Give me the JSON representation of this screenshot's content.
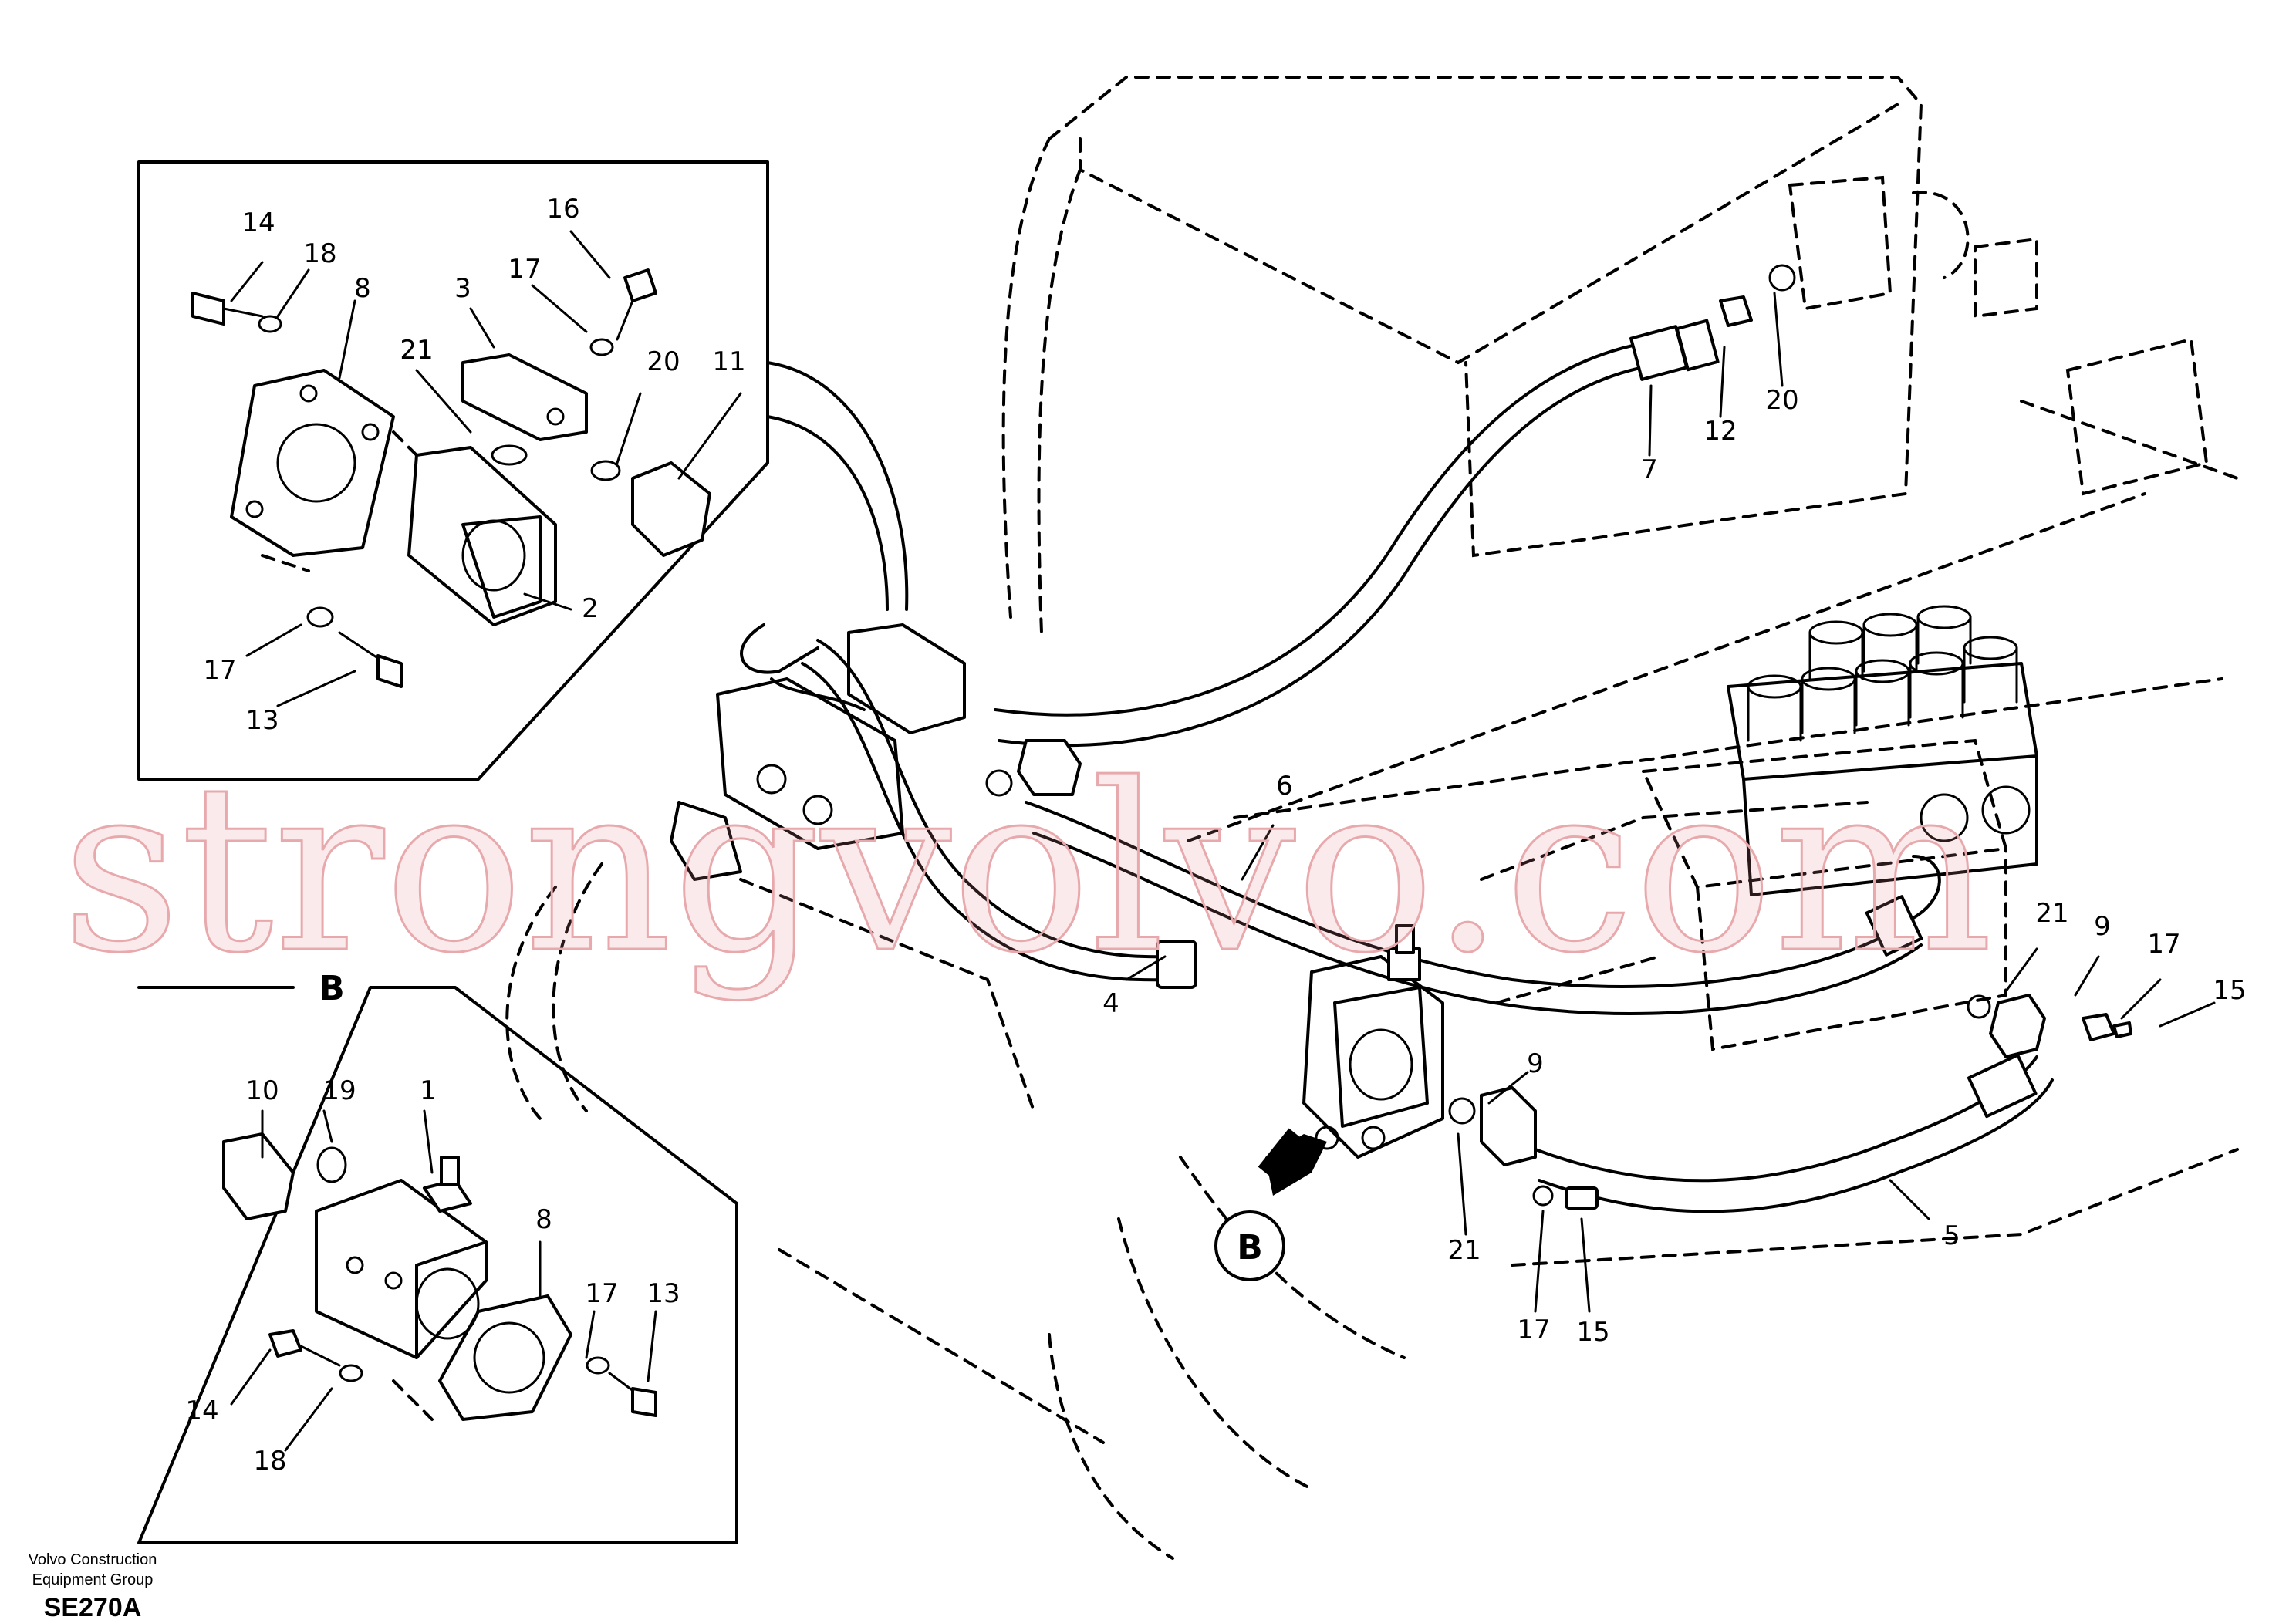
{
  "diagram": {
    "inset_label": "B",
    "view_marker": "B",
    "watermark": "strongvolvo.com",
    "footer": {
      "company_line1": "Volvo Construction",
      "company_line2": "Equipment Group",
      "code": "SE270A"
    },
    "callouts": {
      "inset1": [
        "14",
        "18",
        "8",
        "16",
        "17",
        "3",
        "21",
        "20",
        "11",
        "2",
        "17",
        "13"
      ],
      "inset2": [
        "10",
        "19",
        "1",
        "8",
        "17",
        "13",
        "14",
        "18"
      ],
      "main": [
        "7",
        "12",
        "20",
        "6",
        "4",
        "21",
        "9",
        "17",
        "15",
        "5",
        "21",
        "17",
        "15",
        "9"
      ]
    }
  }
}
